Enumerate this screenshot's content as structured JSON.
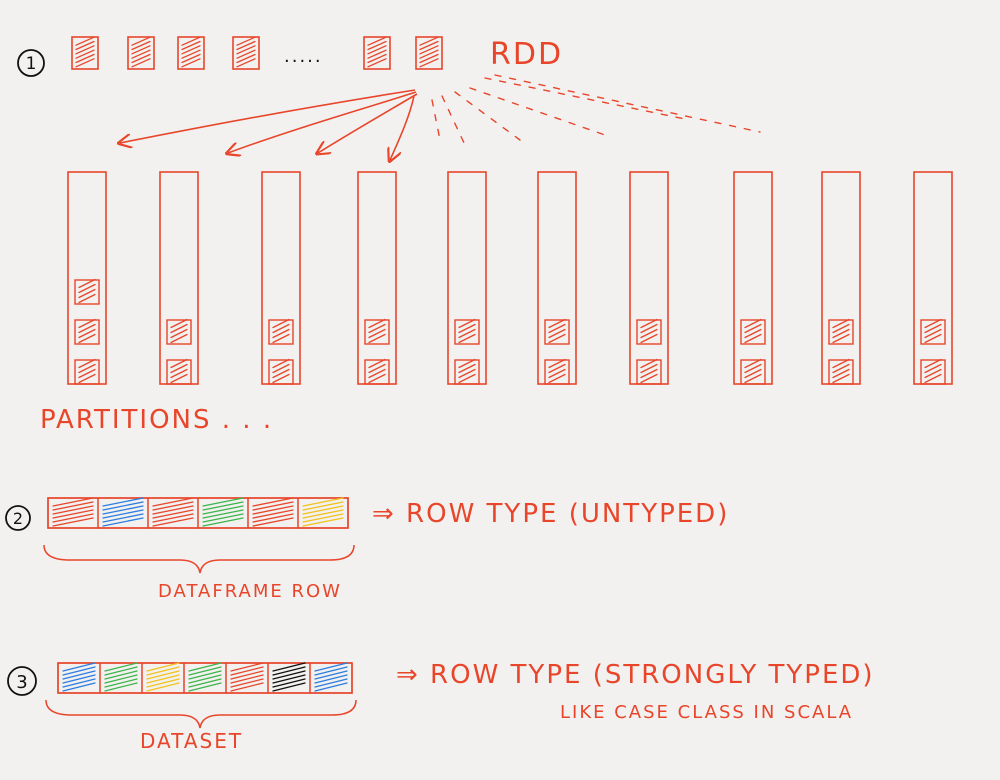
{
  "section1": {
    "number": "1",
    "label": "RDD",
    "ellipsis": ".....",
    "partitions_label": "PARTITIONS . . .",
    "partition_block_counts": [
      3,
      2,
      2,
      2,
      2,
      2,
      2,
      2,
      2,
      2
    ]
  },
  "section2": {
    "number": "2",
    "description": "⇒ ROW TYPE (UNTYPED)",
    "caption": "DATAFRAME ROW",
    "cell_colors": [
      "#e8452a",
      "#2a7de1",
      "#e8452a",
      "#3cb54a",
      "#e8452a",
      "#f2c21b"
    ]
  },
  "section3": {
    "number": "3",
    "description": "⇒ ROW TYPE (STRONGLY TYPED)",
    "sub_description": "LIKE CASE CLASS IN SCALA",
    "caption": "DATASET",
    "cell_colors": [
      "#2a7de1",
      "#3cb54a",
      "#f2c21b",
      "#3cb54a",
      "#e8452a",
      "#111111",
      "#2a7de1"
    ]
  },
  "colors": {
    "ink": "#e8452a",
    "black": "#111111",
    "paper": "#f2f1ef"
  }
}
